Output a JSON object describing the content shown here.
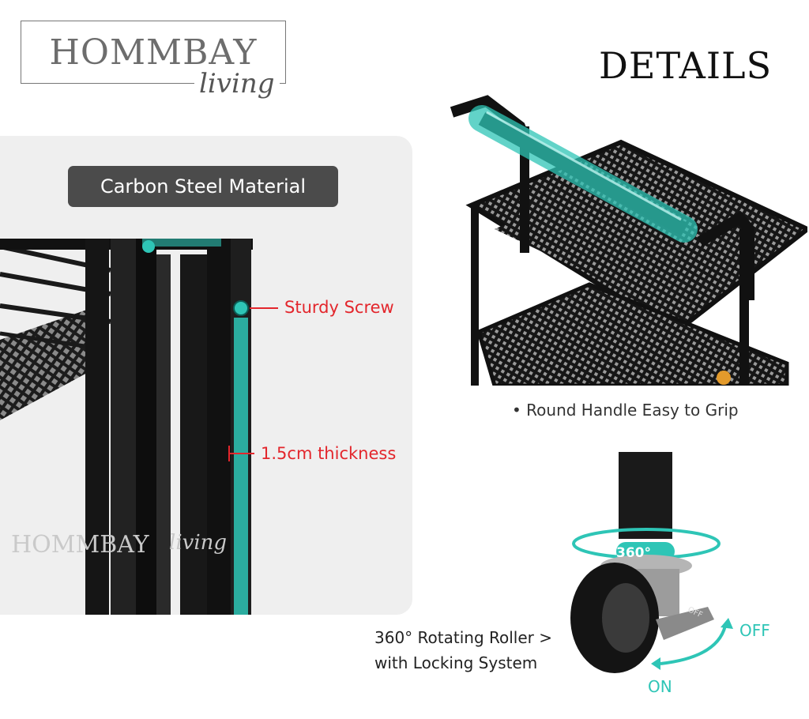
{
  "brand": {
    "name": "HOMMBAY",
    "tagline": "living"
  },
  "heading": "DETAILS",
  "material": {
    "badge": "Carbon Steel Material",
    "screw_label": "Sturdy Screw",
    "thickness_label": "1.5cm thickness",
    "watermark_name": "HOMMBAY",
    "watermark_tagline": "living"
  },
  "handle": {
    "caption": "• Round Handle Easy to Grip"
  },
  "caster": {
    "rotation_badge": "360°",
    "caption_line1": "360° Rotating Roller >",
    "caption_line2": "with Locking System",
    "off_label": "OFF",
    "on_label": "ON",
    "pedal_text": "OFF"
  },
  "colors": {
    "accent": "#2ec5b6",
    "callout": "#e3262c",
    "badge": "#4b4b4b",
    "panel": "#efefef"
  }
}
